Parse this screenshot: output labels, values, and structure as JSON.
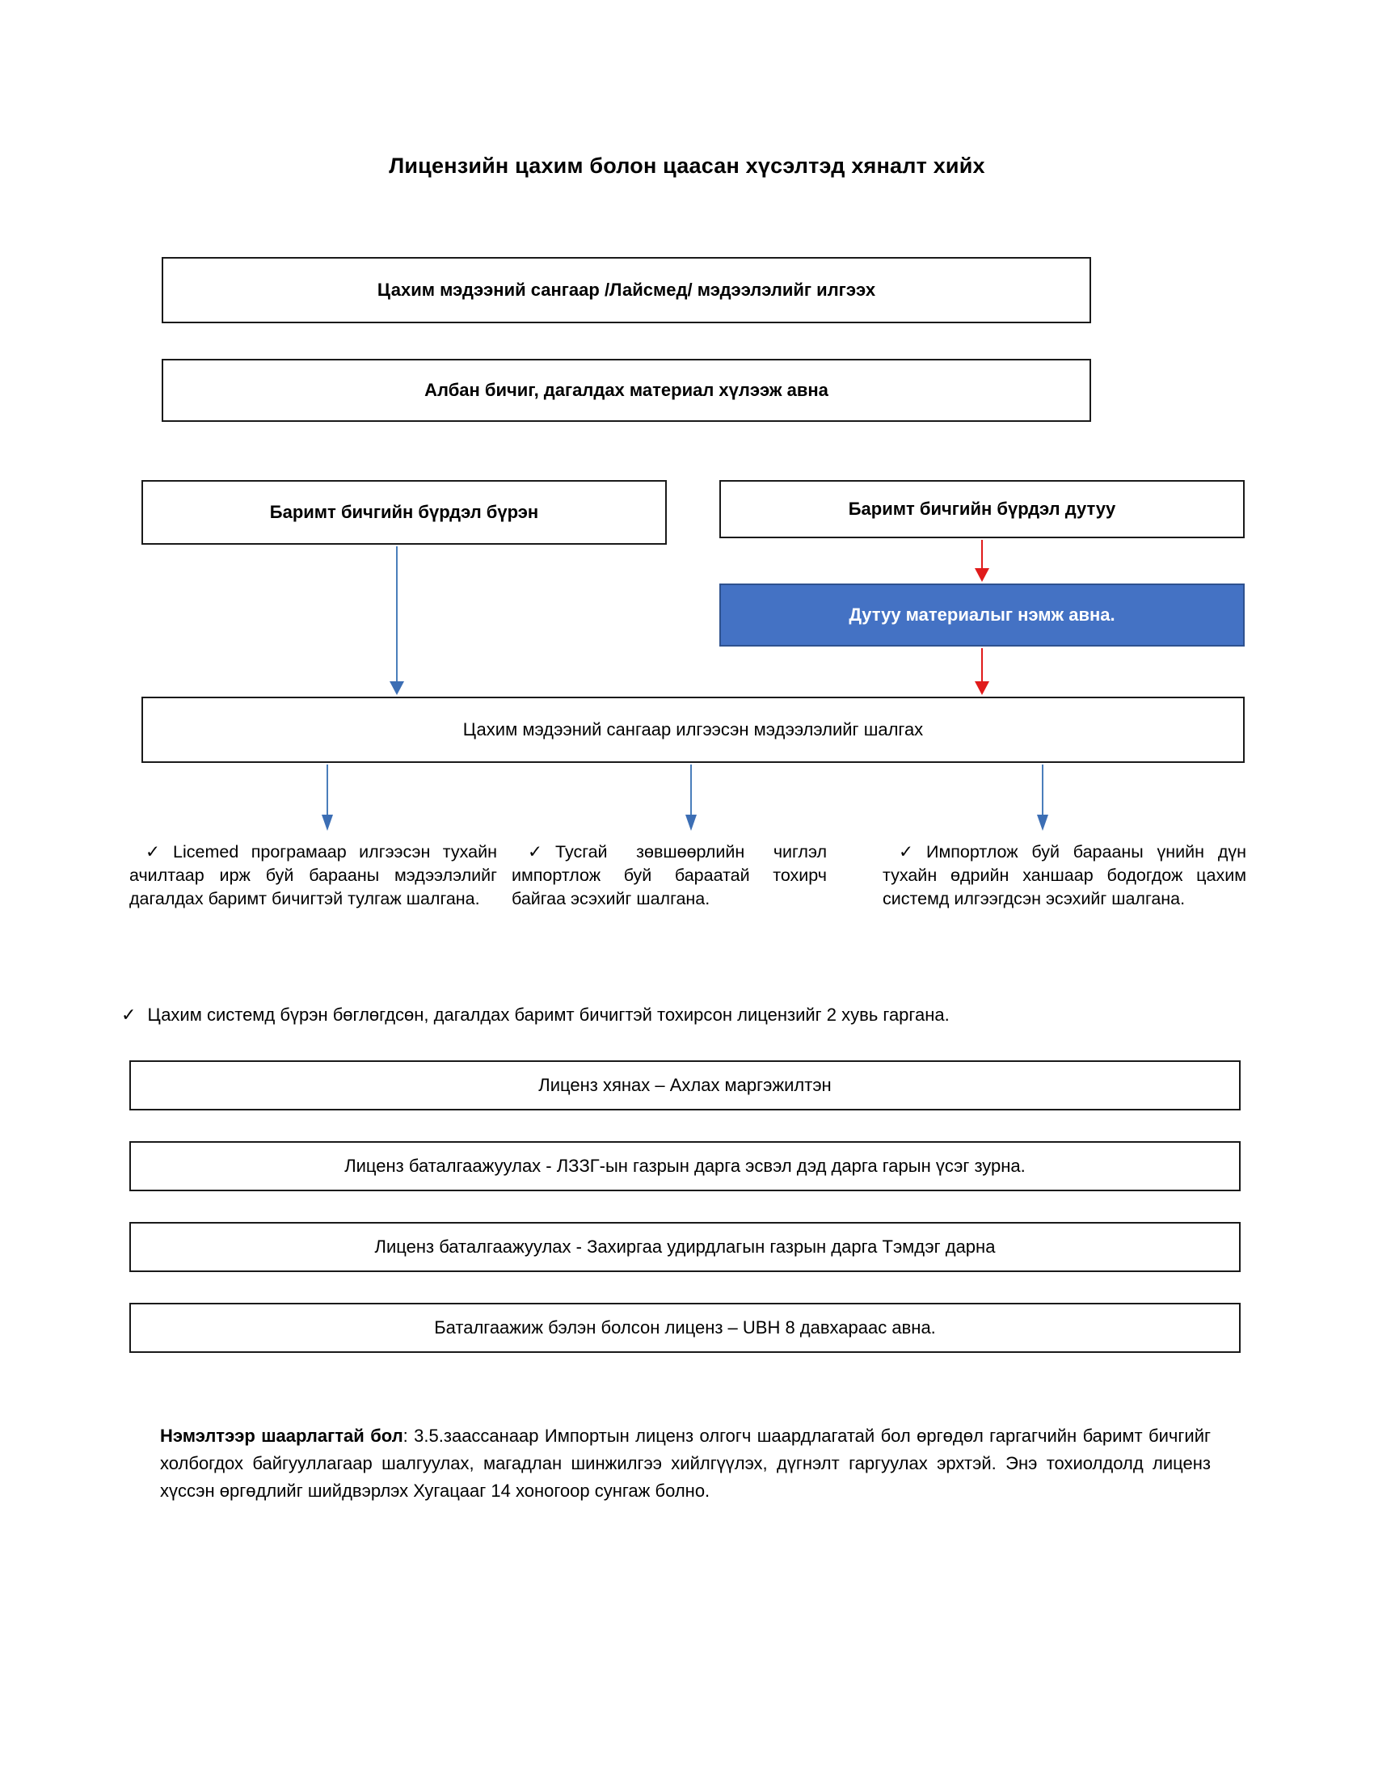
{
  "document": {
    "title": "Лицензийн цахим болон цаасан хүсэлтэд хяналт хийх"
  },
  "flow": {
    "send_step": "Цахим мэдээний сангаар /Лайсмед/ мэдээлэлийг илгээх",
    "receive_step": "Албан бичиг, дагалдах материал хүлээж авна",
    "complete_branch": "Баримт бичгийн бүрдэл бүрэн",
    "incomplete_branch": "Баримт бичгийн бүрдэл дутуу",
    "add_material": "Дутуу материалыг нэмж авна.",
    "check_step": "Цахим мэдээний сангаар илгээсэн мэдээлэлийг шалгах"
  },
  "checks": {
    "tick": "✓",
    "items": [
      "Licemed програмаар илгээсэн тухайн ачилтаар ирж буй барааны мэдээлэлийг дагалдах баримт бичигтэй тулгаж шалгана.",
      "Тусгай зөвшөөрлийн чиглэл импортлож буй бараатай тохирч байгаа эсэхийг шалгана.",
      "Импортлож буй барааны үнийн дүн тухайн өдрийн ханшаар бодогдож цахим системд илгээгдсэн эсэхийг шалгана."
    ]
  },
  "license_note": {
    "tick": "✓",
    "text": "Цахим системд бүрэн бөглөгдсөн, дагалдах баримт бичигтэй тохирсон лицензийг 2 хувь гаргана."
  },
  "approval_steps": [
    "Лиценз хянах – Ахлах маргэжилтэн",
    "Лиценз баталгаажуулах - ЛЗЗГ-ын газрын дарга эсвэл дэд дарга гарын үсэг зурна.",
    "Лиценз баталгаажуулах - Захиргаа удирдлагын газрын дарга Тэмдэг дарна",
    "Баталгаажиж бэлэн болсон лиценз – UBH 8 давхараас авна."
  ],
  "footer": {
    "lead": "Нэмэлтээр шаарлагтай бол",
    "body": ": 3.5.заассанаар Импортын лиценз олгогч шаардлагатай бол өргөдөл гаргагчийн баримт бичгийг холбогдох байгууллагаар шалгуулах, магадлан шинжилгээ хийлгүүлэх, дүгнэлт гаргуулах эрхтэй. Энэ тохиолдолд лиценз хүссэн өргөдлийг шийдвэрлэх Хугацааг 14 хоногоор сунгаж болно."
  },
  "colors": {
    "blue_fill": "#4472C4",
    "blue_border": "#2F528F",
    "blue_arrow": "#3C6EB4",
    "red_arrow": "#E01B1B",
    "box_border": "#1a1a1a"
  }
}
